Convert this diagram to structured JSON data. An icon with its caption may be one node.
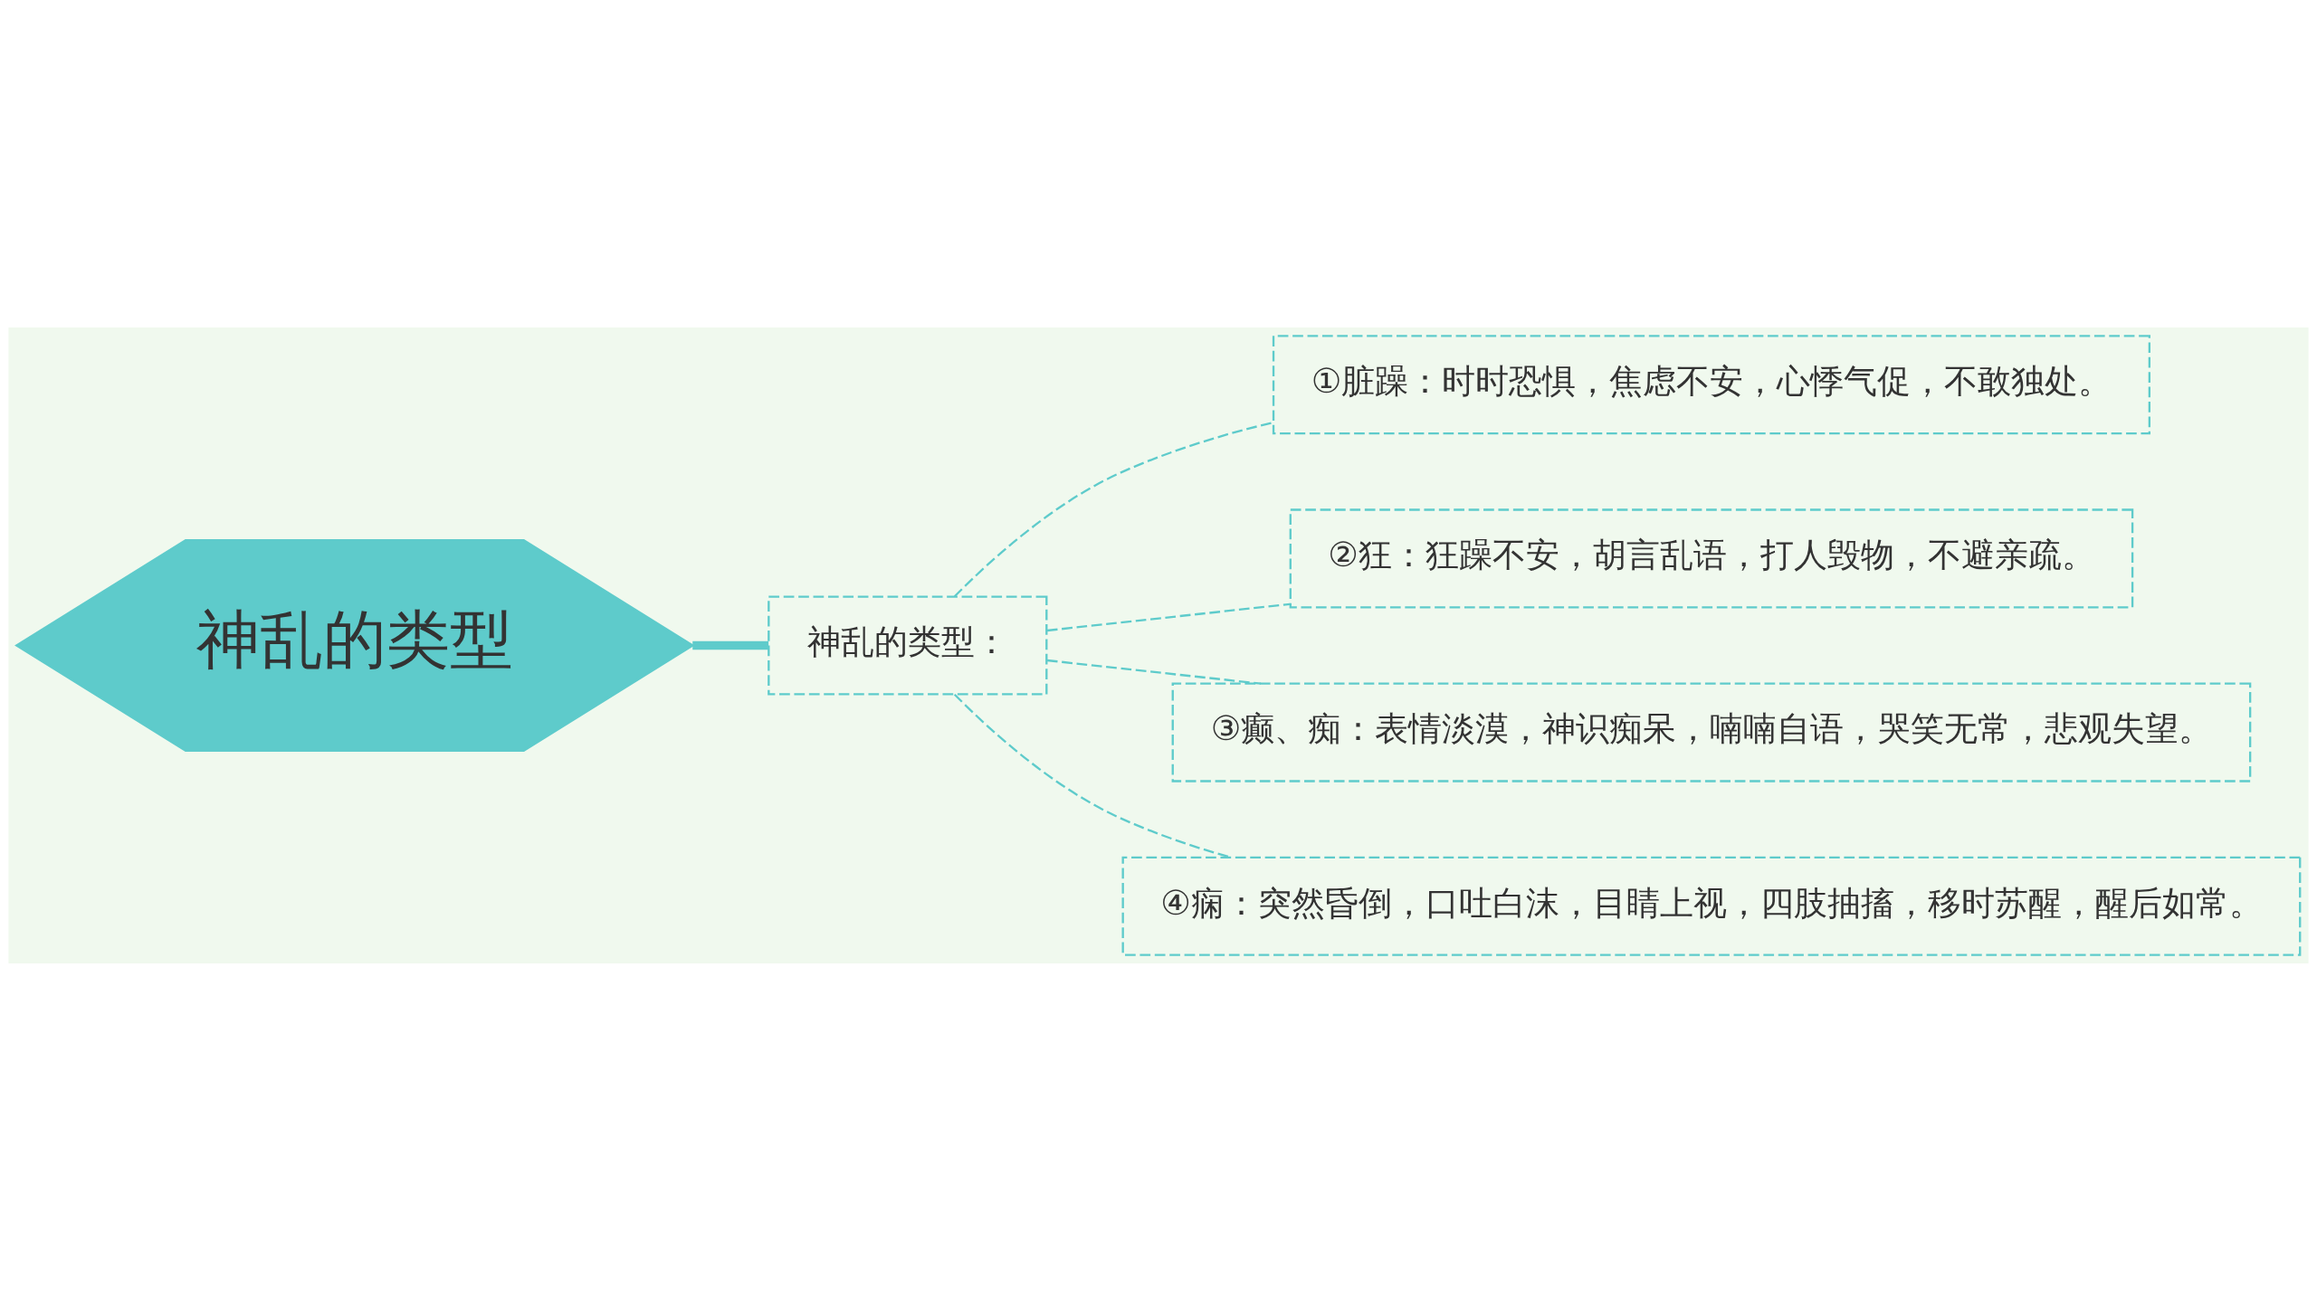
{
  "diagram": {
    "nodes": [
      {
        "text": [
          "神乱的类型"
        ]
      },
      {
        "text": [
          "神乱的类型："
        ]
      },
      {
        "text": [
          "①脏躁：时时恐惧，焦虑不安，心悸气促，不敢独处。"
        ]
      },
      {
        "text": [
          "②狂：狂躁不安，胡言乱语，打人毁物，不避亲疏。"
        ]
      },
      {
        "text": [
          "③癫、痴：表情淡漠，神识痴呆，喃喃自语，哭笑无常，悲观失望。"
        ]
      },
      {
        "text": [
          "④痫：突然昏倒，口吐白沫，目睛上视，四肢抽搐，移时苏醒，醒后如常。"
        ]
      }
    ],
    "edges": [
      {
        "from": 0,
        "to": 1,
        "arrow": "none",
        "style": "thick"
      },
      {
        "from": 1,
        "to": 2,
        "arrow": "none",
        "style": "dashed"
      },
      {
        "from": 1,
        "to": 3,
        "arrow": "none",
        "style": "dashed"
      },
      {
        "from": 1,
        "to": 4,
        "arrow": "none",
        "style": "dashed"
      },
      {
        "from": 1,
        "to": 5,
        "arrow": "none",
        "style": "dashed"
      }
    ]
  }
}
